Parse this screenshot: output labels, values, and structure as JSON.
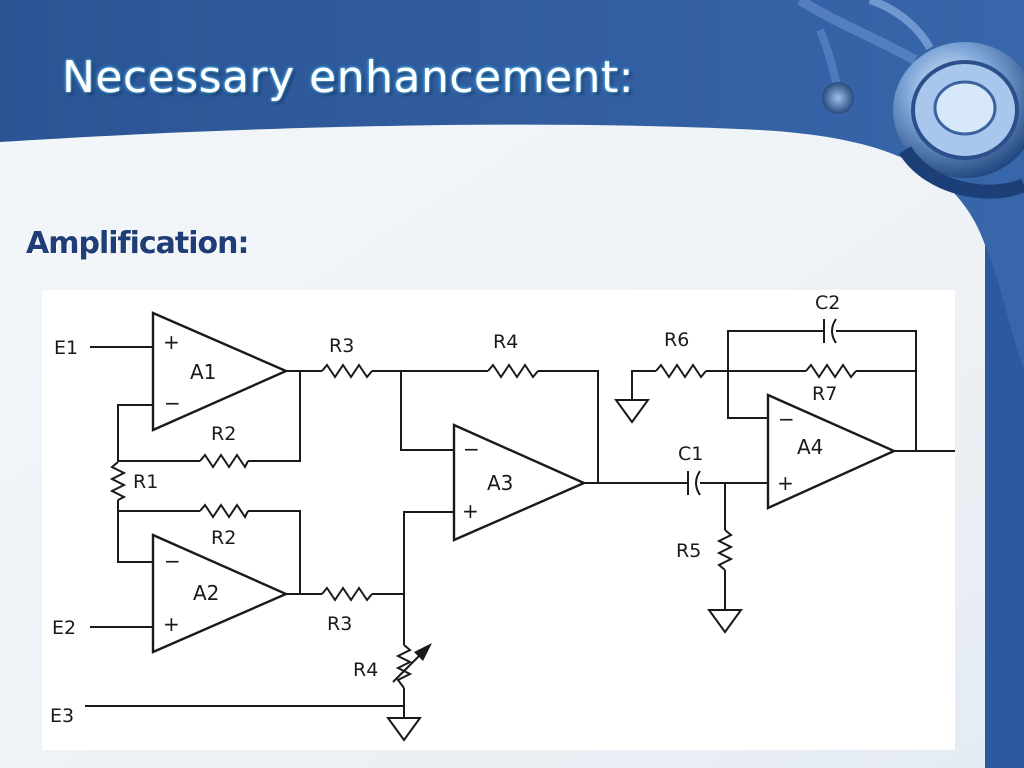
{
  "slide": {
    "title": "Necessary enhancement:",
    "subtitle": "Amplification:"
  },
  "theme": {
    "background": "#2f5b9c",
    "content_area": "#eef2f6",
    "title_color": "#ffffff",
    "subtitle_color": "#1f3e78"
  },
  "decoration": {
    "icon": "stethoscope-icon"
  },
  "circuit": {
    "inputs": {
      "e1": "E1",
      "e2": "E2",
      "e3": "E3"
    },
    "amplifiers": {
      "a1": "A1",
      "a2": "A2",
      "a3": "A3",
      "a4": "A4"
    },
    "resistors": {
      "r1": "R1",
      "r2_top": "R2",
      "r2_bottom": "R2",
      "r3_top": "R3",
      "r3_bottom": "R3",
      "r4_feedback": "R4",
      "r4_variable": "R4",
      "r5": "R5",
      "r6": "R6",
      "r7": "R7"
    },
    "capacitors": {
      "c1": "C1",
      "c2": "C2"
    },
    "inputs_polarity": {
      "minus": "−",
      "plus": "+"
    }
  }
}
